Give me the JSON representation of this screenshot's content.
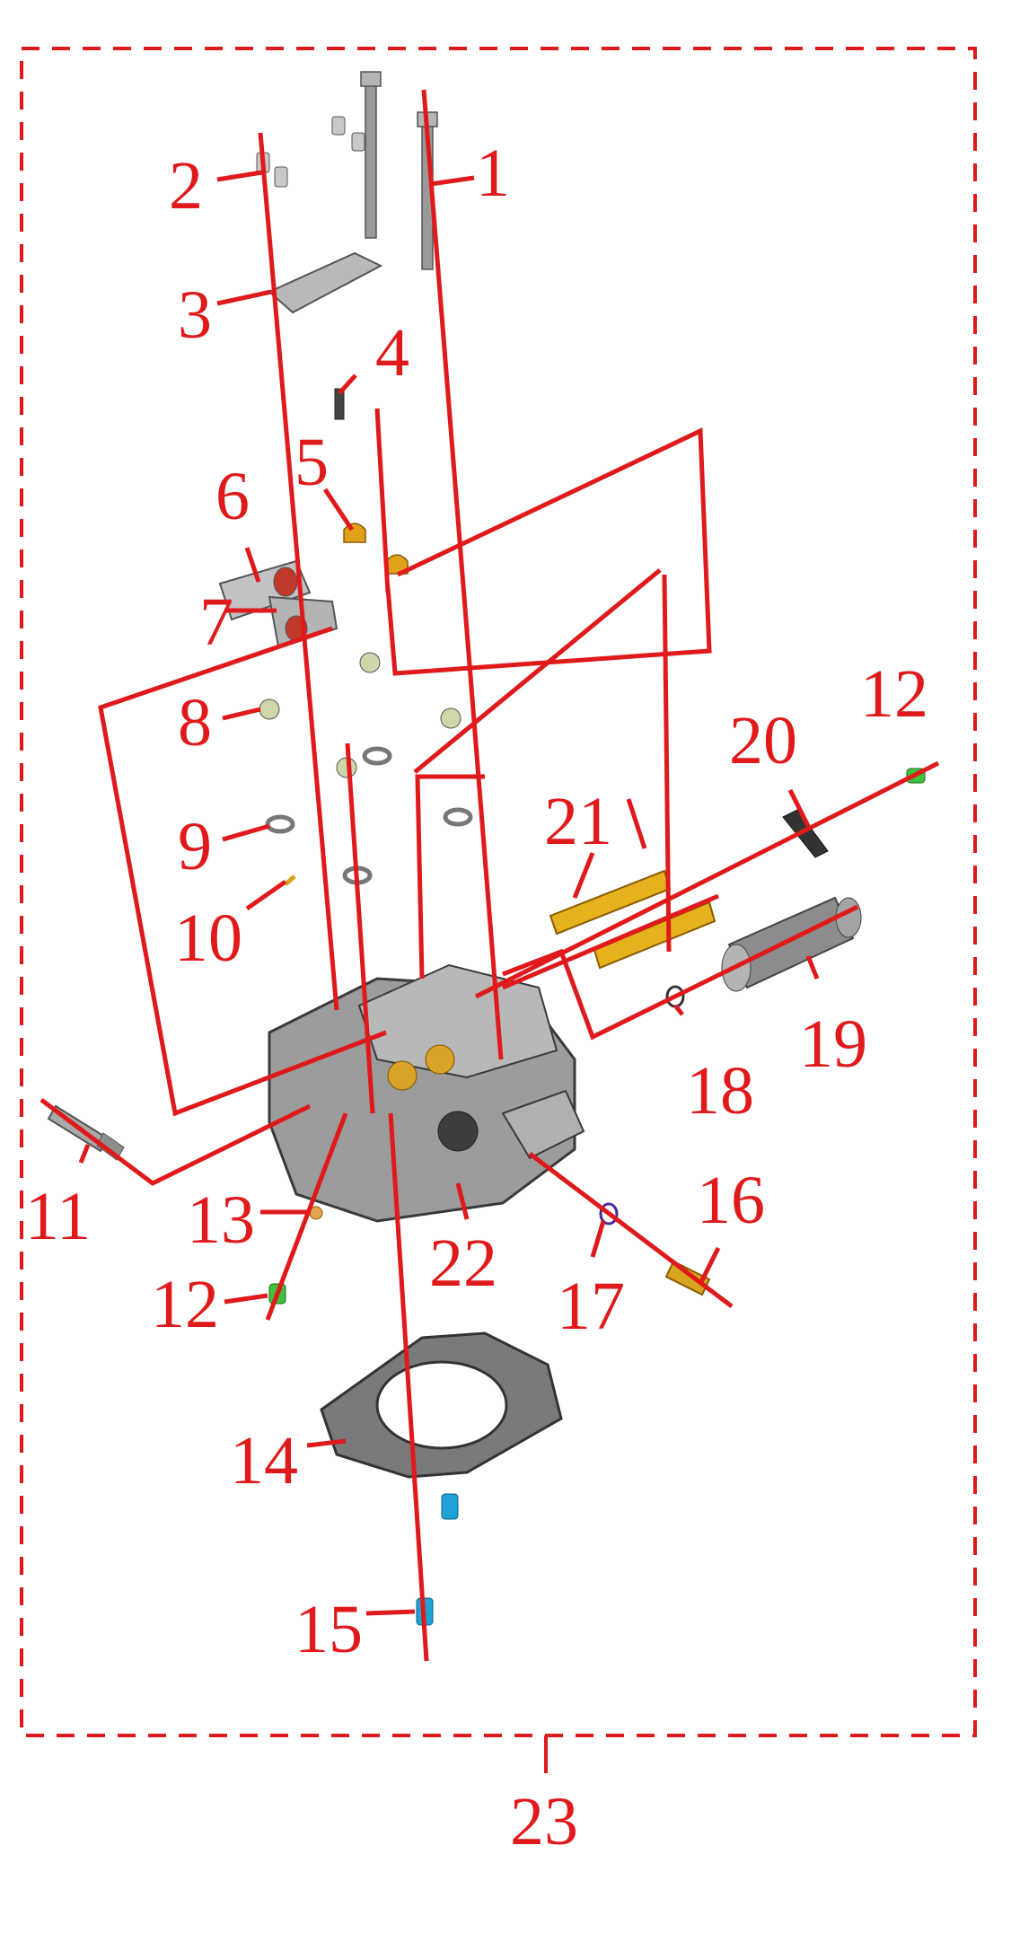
{
  "diagram": {
    "accent_color": "#e0191b",
    "callouts": {
      "c1": "1",
      "c2": "2",
      "c3": "3",
      "c4": "4",
      "c5": "5",
      "c6": "6",
      "c7": "7",
      "c8": "8",
      "c9": "9",
      "c10": "10",
      "c11": "11",
      "c12a": "12",
      "c12b": "12",
      "c13": "13",
      "c14": "14",
      "c15": "15",
      "c16": "16",
      "c17": "17",
      "c18": "18",
      "c19": "19",
      "c20": "20",
      "c21": "21",
      "c22": "22",
      "c23": "23"
    }
  }
}
